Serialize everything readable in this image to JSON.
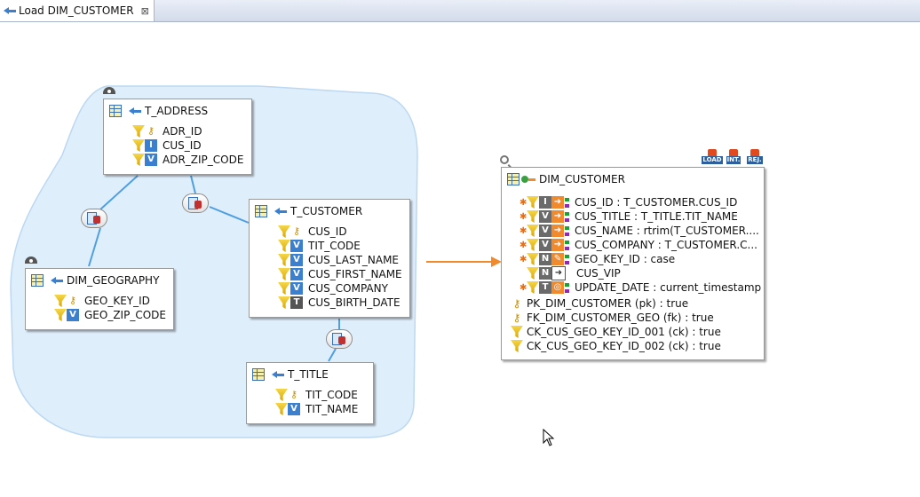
{
  "tab": {
    "title": "Load DIM_CUSTOMER",
    "close_glyph": "⊠"
  },
  "colors": {
    "accent": "#3a7fd0",
    "group_fill": "#dfeefb",
    "group_border": "#bcd8f2",
    "target_arrow": "#f08a2c"
  },
  "tables": {
    "t_address": {
      "name": "T_ADDRESS",
      "columns": [
        "ADR_ID",
        "CUS_ID",
        "ADR_ZIP_CODE"
      ]
    },
    "t_customer": {
      "name": "T_CUSTOMER",
      "columns": [
        "CUS_ID",
        "TIT_CODE",
        "CUS_LAST_NAME",
        "CUS_FIRST_NAME",
        "CUS_COMPANY",
        "CUS_BIRTH_DATE"
      ]
    },
    "dim_geography": {
      "name": "DIM_GEOGRAPHY",
      "columns": [
        "GEO_KEY_ID",
        "GEO_ZIP_CODE"
      ]
    },
    "t_title": {
      "name": "T_TITLE",
      "columns": [
        "TIT_CODE",
        "TIT_NAME"
      ]
    }
  },
  "target": {
    "name": "DIM_CUSTOMER",
    "mappings": [
      {
        "label": "CUS_ID : T_CUSTOMER.CUS_ID",
        "type": "I"
      },
      {
        "label": "CUS_TITLE : T_TITLE.TIT_NAME",
        "type": "V"
      },
      {
        "label": "CUS_NAME : rtrim(T_CUSTOMER....",
        "type": "V"
      },
      {
        "label": "CUS_COMPANY : T_CUSTOMER.C...",
        "type": "V"
      },
      {
        "label": "GEO_KEY_ID : case",
        "type": "N"
      },
      {
        "label": "CUS_VIP",
        "type": "N"
      },
      {
        "label": "UPDATE_DATE : current_timestamp",
        "type": "T"
      }
    ],
    "constraints": [
      "PK_DIM_CUSTOMER (pk)  : true",
      "FK_DIM_CUSTOMER_GEO (fk)  : true",
      "CK_CUS_GEO_KEY_ID_001 (ck)  : true",
      "CK_CUS_GEO_KEY_ID_002 (ck)  : true"
    ],
    "badges": [
      "LOAD",
      "INT.",
      "REJ."
    ]
  },
  "type_letters": {
    "t_address": [
      "",
      "I",
      "V"
    ],
    "t_customer": [
      "",
      "V",
      "V",
      "V",
      "V",
      "T"
    ],
    "dim_geography": [
      "",
      "V"
    ],
    "t_title": [
      "",
      "V"
    ]
  }
}
